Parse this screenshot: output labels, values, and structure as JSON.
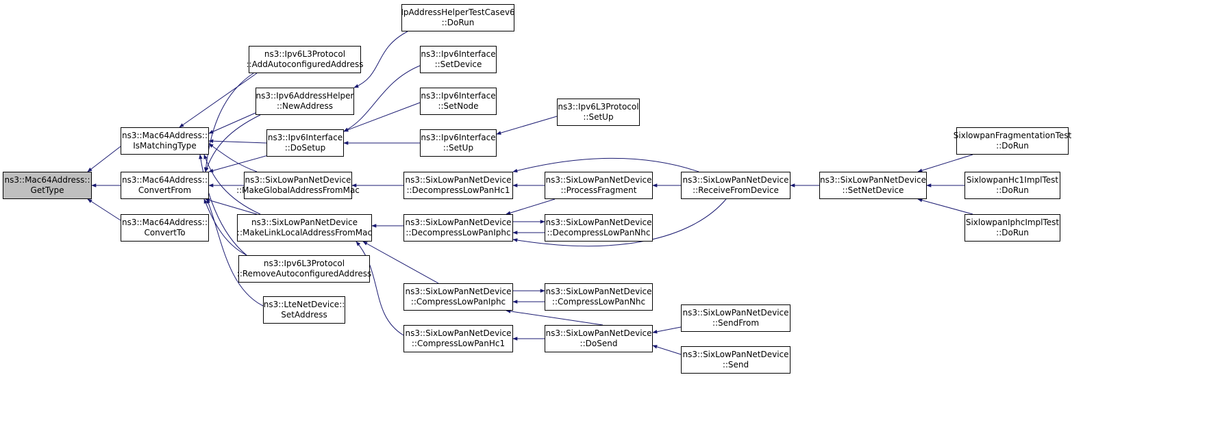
{
  "colors": {
    "edge": "#191970",
    "root_fill": "#bfbfbf",
    "node_fill": "#ffffff",
    "node_border": "#000000"
  },
  "nodes": [
    {
      "id": "gettype",
      "l1": "ns3::Mac64Address::",
      "l2": "GetType",
      "root": true
    },
    {
      "id": "ismatching",
      "l1": "ns3::Mac64Address::",
      "l2": "IsMatchingType"
    },
    {
      "id": "convertfrom",
      "l1": "ns3::Mac64Address::",
      "l2": "ConvertFrom"
    },
    {
      "id": "convertto",
      "l1": "ns3::Mac64Address::",
      "l2": "ConvertTo"
    },
    {
      "id": "addauto",
      "l1": "ns3::Ipv6L3Protocol",
      "l2": "::AddAutoconfiguredAddress"
    },
    {
      "id": "newaddress",
      "l1": "ns3::Ipv6AddressHelper",
      "l2": "::NewAddress"
    },
    {
      "id": "dosetup",
      "l1": "ns3::Ipv6Interface",
      "l2": "::DoSetup"
    },
    {
      "id": "makeglobal",
      "l1": "ns3::SixLowPanNetDevice",
      "l2": "::MakeGlobalAddressFromMac"
    },
    {
      "id": "makelinklocal",
      "l1": "ns3::SixLowPanNetDevice",
      "l2": "::MakeLinkLocalAddressFromMac"
    },
    {
      "id": "removeauto",
      "l1": "ns3::Ipv6L3Protocol",
      "l2": "::RemoveAutoconfiguredAddress"
    },
    {
      "id": "ltesetaddr",
      "l1": "ns3::LteNetDevice::",
      "l2": "SetAddress"
    },
    {
      "id": "iptest",
      "l1": "IpAddressHelperTestCasev6",
      "l2": "::DoRun"
    },
    {
      "id": "setdevice",
      "l1": "ns3::Ipv6Interface",
      "l2": "::SetDevice"
    },
    {
      "id": "setnode",
      "l1": "ns3::Ipv6Interface",
      "l2": "::SetNode"
    },
    {
      "id": "ifsetup",
      "l1": "ns3::Ipv6Interface",
      "l2": "::SetUp"
    },
    {
      "id": "decomphc1",
      "l1": "ns3::SixLowPanNetDevice",
      "l2": "::DecompressLowPanHc1"
    },
    {
      "id": "decompiphc",
      "l1": "ns3::SixLowPanNetDevice",
      "l2": "::DecompressLowPanIphc"
    },
    {
      "id": "compiphc",
      "l1": "ns3::SixLowPanNetDevice",
      "l2": "::CompressLowPanIphc"
    },
    {
      "id": "comphc1",
      "l1": "ns3::SixLowPanNetDevice",
      "l2": "::CompressLowPanHc1"
    },
    {
      "id": "l3setup",
      "l1": "ns3::Ipv6L3Protocol",
      "l2": "::SetUp"
    },
    {
      "id": "procfrag",
      "l1": "ns3::SixLowPanNetDevice",
      "l2": "::ProcessFragment"
    },
    {
      "id": "decompnhc",
      "l1": "ns3::SixLowPanNetDevice",
      "l2": "::DecompressLowPanNhc"
    },
    {
      "id": "compnhc",
      "l1": "ns3::SixLowPanNetDevice",
      "l2": "::CompressLowPanNhc"
    },
    {
      "id": "dosend",
      "l1": "ns3::SixLowPanNetDevice",
      "l2": "::DoSend"
    },
    {
      "id": "recvfrom",
      "l1": "ns3::SixLowPanNetDevice",
      "l2": "::ReceiveFromDevice"
    },
    {
      "id": "sendfrom",
      "l1": "ns3::SixLowPanNetDevice",
      "l2": "::SendFrom"
    },
    {
      "id": "send",
      "l1": "ns3::SixLowPanNetDevice",
      "l2": "::Send"
    },
    {
      "id": "setnetdev",
      "l1": "ns3::SixLowPanNetDevice",
      "l2": "::SetNetDevice"
    },
    {
      "id": "fragtest",
      "l1": "SixlowpanFragmentationTest",
      "l2": "::DoRun"
    },
    {
      "id": "hc1test",
      "l1": "SixlowpanHc1ImplTest",
      "l2": "::DoRun"
    },
    {
      "id": "iphctest",
      "l1": "SixlowpanIphcImplTest",
      "l2": "::DoRun"
    }
  ],
  "edges": [
    [
      "ismatching",
      "gettype"
    ],
    [
      "convertfrom",
      "gettype"
    ],
    [
      "convertto",
      "gettype"
    ],
    [
      "addauto",
      "ismatching"
    ],
    [
      "newaddress",
      "ismatching"
    ],
    [
      "dosetup",
      "ismatching"
    ],
    [
      "makeglobal",
      "ismatching"
    ],
    [
      "makelinklocal",
      "ismatching"
    ],
    [
      "removeauto",
      "ismatching"
    ],
    [
      "addauto",
      "convertfrom"
    ],
    [
      "newaddress",
      "convertfrom"
    ],
    [
      "dosetup",
      "convertfrom"
    ],
    [
      "makeglobal",
      "convertfrom"
    ],
    [
      "makelinklocal",
      "convertfrom"
    ],
    [
      "removeauto",
      "convertfrom"
    ],
    [
      "ltesetaddr",
      "convertfrom"
    ],
    [
      "iptest",
      "newaddress"
    ],
    [
      "setdevice",
      "dosetup"
    ],
    [
      "setnode",
      "dosetup"
    ],
    [
      "ifsetup",
      "dosetup"
    ],
    [
      "l3setup",
      "ifsetup"
    ],
    [
      "decomphc1",
      "makeglobal"
    ],
    [
      "decompiphc",
      "makelinklocal"
    ],
    [
      "compiphc",
      "makelinklocal"
    ],
    [
      "comphc1",
      "makelinklocal"
    ],
    [
      "procfrag",
      "decomphc1"
    ],
    [
      "recvfrom",
      "decomphc1"
    ],
    [
      "procfrag",
      "decompiphc"
    ],
    [
      "decompnhc",
      "decompiphc"
    ],
    [
      "recvfrom",
      "decompiphc"
    ],
    [
      "decompiphc",
      "decompnhc"
    ],
    [
      "compnhc",
      "compiphc"
    ],
    [
      "dosend",
      "compiphc"
    ],
    [
      "compiphc",
      "compnhc"
    ],
    [
      "dosend",
      "comphc1"
    ],
    [
      "recvfrom",
      "procfrag"
    ],
    [
      "sendfrom",
      "dosend"
    ],
    [
      "send",
      "dosend"
    ],
    [
      "setnetdev",
      "recvfrom"
    ],
    [
      "fragtest",
      "setnetdev"
    ],
    [
      "hc1test",
      "setnetdev"
    ],
    [
      "iphctest",
      "setnetdev"
    ]
  ]
}
